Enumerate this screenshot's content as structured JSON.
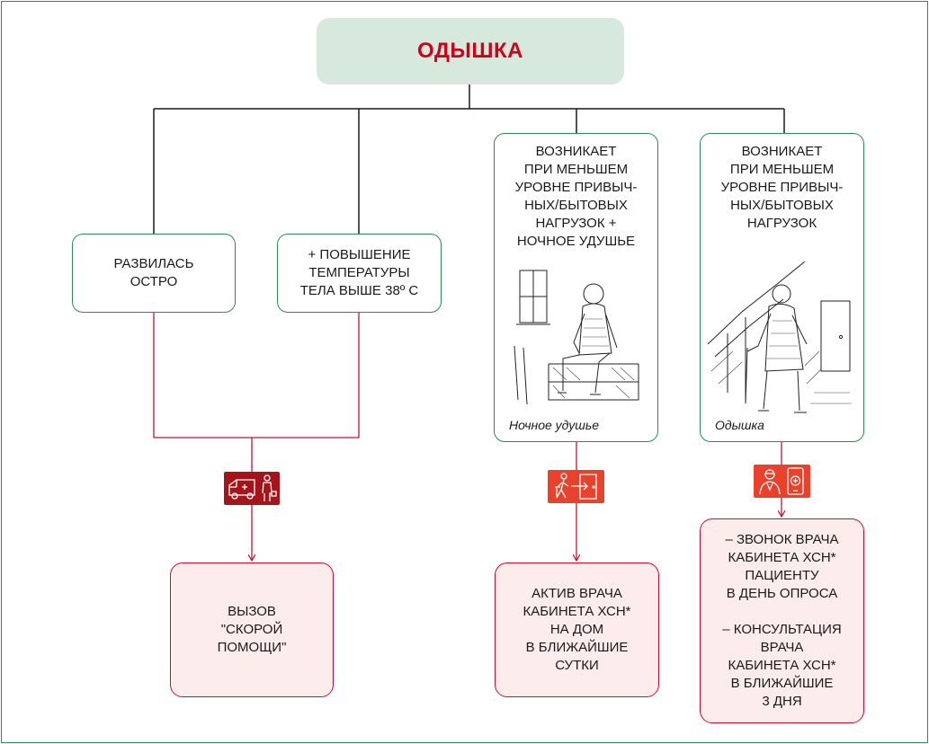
{
  "title": "ОДЫШКА",
  "branches": {
    "acute": "РАЗВИЛАСЬ\nОСТРО",
    "fever": "+ ПОВЫШЕНИЕ\nТЕМПЕРАТУРЫ\nТЕЛА ВЫШЕ 38º С",
    "nocturnal": "ВОЗНИКАЕТ\nПРИ МЕНЬШЕМ\nУРОВНЕ ПРИВЫЧ-\nНЫХ/БЫТОВЫХ\nНАГРУЗОК +\nНОЧНОЕ УДУШЬЕ",
    "exertional": "ВОЗНИКАЕТ\nПРИ МЕНЬШЕМ\nУРОВНЕ ПРИВЫЧ-\nНЫХ/БЫТОВЫХ\nНАГРУЗОК"
  },
  "captions": {
    "nocturnal": "Ночное удушье",
    "exertional": "Одышка"
  },
  "actions": {
    "ambulance": "ВЫЗОВ\n\"СКОРОЙ\nПОМОЩИ\"",
    "home_visit": "АКТИВ ВРАЧА\nКАБИНЕТА ХСН*\nНА ДОМ\nВ БЛИЖАЙШИЕ\nСУТКИ",
    "call_consult": "– ЗВОНОК ВРАЧА\nКАБИНЕТА ХСН*\nПАЦИЕНТУ\nВ ДЕНЬ ОПРОСА\n\n– КОНСУЛЬТАЦИЯ\nВРАЧА\nКАБИНЕТА ХСН*\nВ БЛИЖАЙШИЕ\n3 ДНЯ"
  },
  "icons": {
    "ambulance": "ambulance-doctor-icon",
    "home_visit": "walking-to-door-icon",
    "call_consult": "doctor-phone-call-icon"
  },
  "colors": {
    "title_bg": "#d6e9dc",
    "title_text": "#d0021b",
    "green_border": "#2e8b57",
    "pink_border": "#c8102e",
    "pink_fill": "#fdecec",
    "badge_dark_red": "#a4151b",
    "badge_orange_red": "#e8412c"
  }
}
